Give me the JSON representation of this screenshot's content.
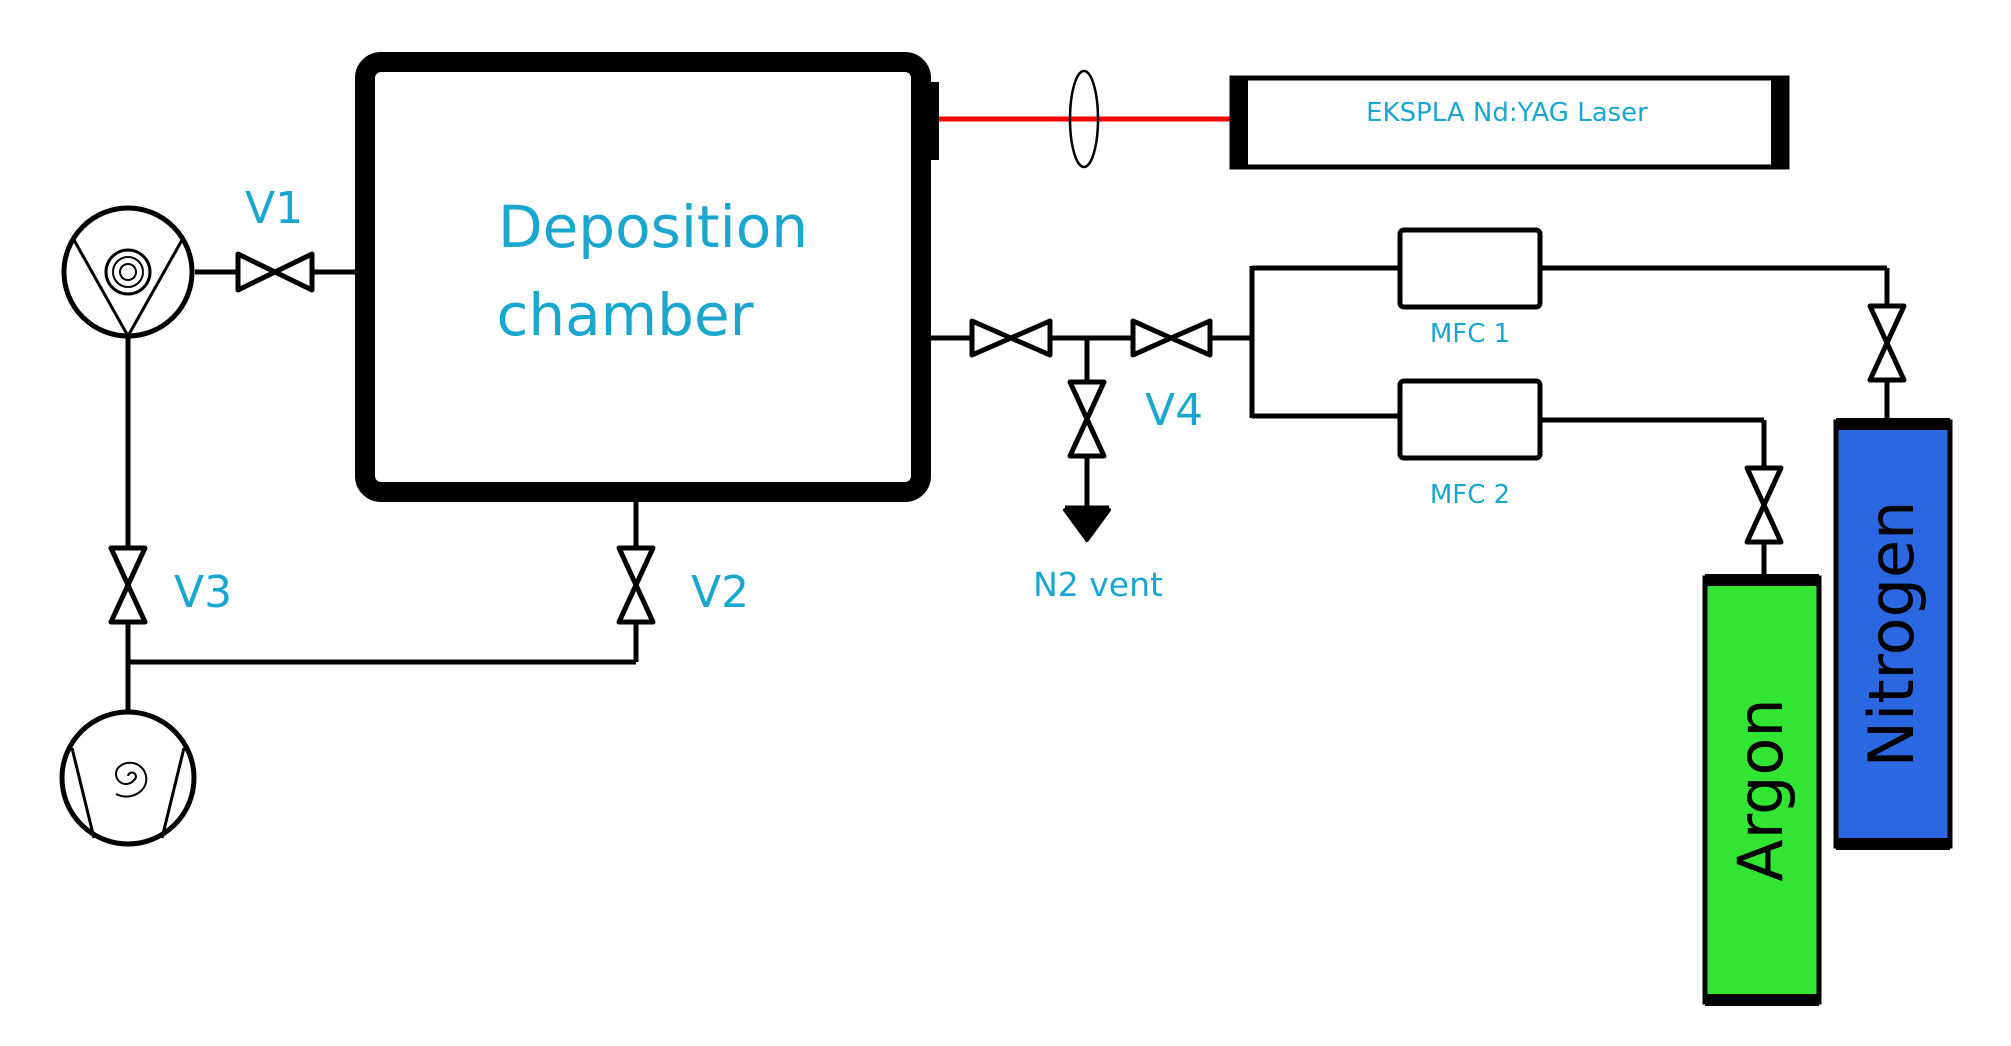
{
  "labels": {
    "chamber_line1": "Deposition",
    "chamber_line2": "chamber",
    "laser": "EKSPLA Nd:YAG Laser",
    "v1": "V1",
    "v2": "V2",
    "v3": "V3",
    "v4": "V4",
    "mfc1": "MFC 1",
    "mfc2": "MFC 2",
    "n2_vent": "N2 vent",
    "argon": "Argon",
    "nitrogen": "Nitrogen"
  },
  "colors": {
    "label_text": "#1aa7cf",
    "laser_beam": "#ff0000",
    "argon_cylinder": "#33e533",
    "nitrogen_cylinder": "#2a67e0"
  },
  "icons": {
    "turbo_pump": "turbo-pump-icon",
    "scroll_pump": "scroll-pump-icon",
    "valve": "valve-icon",
    "lens": "lens-icon",
    "vent": "vent-triangle-icon"
  }
}
